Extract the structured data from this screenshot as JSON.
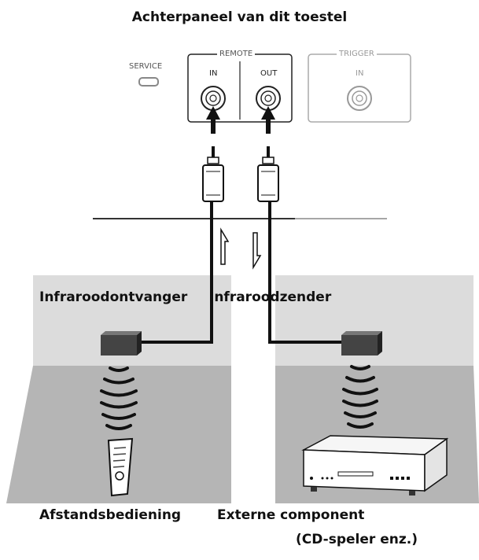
{
  "title": "Achterpaneel van dit toestel",
  "panel": {
    "service_label": "SERVICE",
    "remote_label": "REMOTE",
    "remote_in_label": "IN",
    "remote_out_label": "OUT",
    "trigger_label": "TRIGGER",
    "trigger_in_label": "IN"
  },
  "labels": {
    "receiver": "Infraroodontvanger",
    "transmitter": "Infraroodzender",
    "remote_control": "Afstandsbediening",
    "external_component": "Externe component",
    "external_component_sub": "(CD-speler enz.)"
  },
  "colors": {
    "room_light": "#dcdcdc",
    "floor": "#b5b5b5",
    "device_box": "#444444",
    "cable": "#111111",
    "panel_border": "#222222",
    "trigger_border": "#aaaaaa"
  }
}
